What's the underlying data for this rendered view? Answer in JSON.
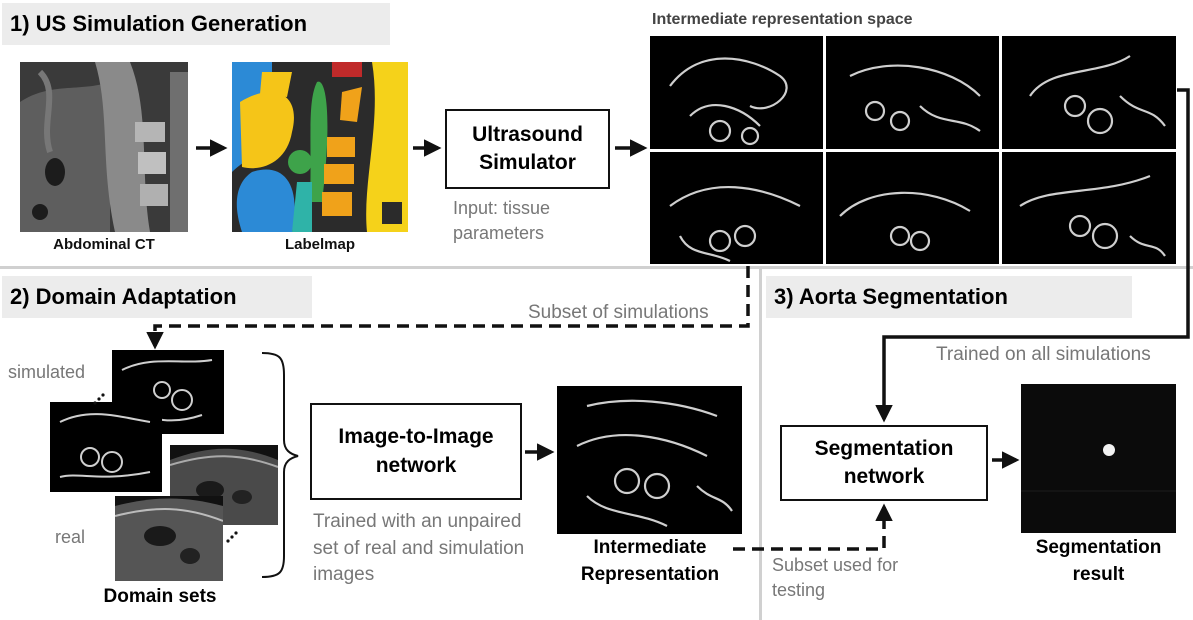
{
  "sections": {
    "simulation": "1) US Simulation Generation",
    "domain": "2)  Domain Adaptation",
    "segmentation": "3) Aorta Segmentation"
  },
  "labels": {
    "abdominal_ct": "Abdominal CT",
    "labelmap": "Labelmap",
    "intermediate_space": "Intermediate representation space",
    "simulator": "Ultrasound Simulator",
    "simulator_input": "Input: tissue parameters",
    "subset_simulations": "Subset of simulations",
    "simulated": "simulated",
    "real": "real",
    "domain_sets": "Domain sets",
    "i2i_network": "Image-to-Image network",
    "i2i_trained": "Trained with an unpaired set of real and simulation images",
    "intermediate_rep": "Intermediate Representation",
    "trained_all": "Trained on all simulations",
    "seg_network": "Segmentation network",
    "subset_testing": "Subset used for testing",
    "seg_result": "Segmentation result"
  },
  "colors": {
    "header_bg": "#ececec",
    "gray_text": "#777777",
    "arrow": "#111111"
  }
}
